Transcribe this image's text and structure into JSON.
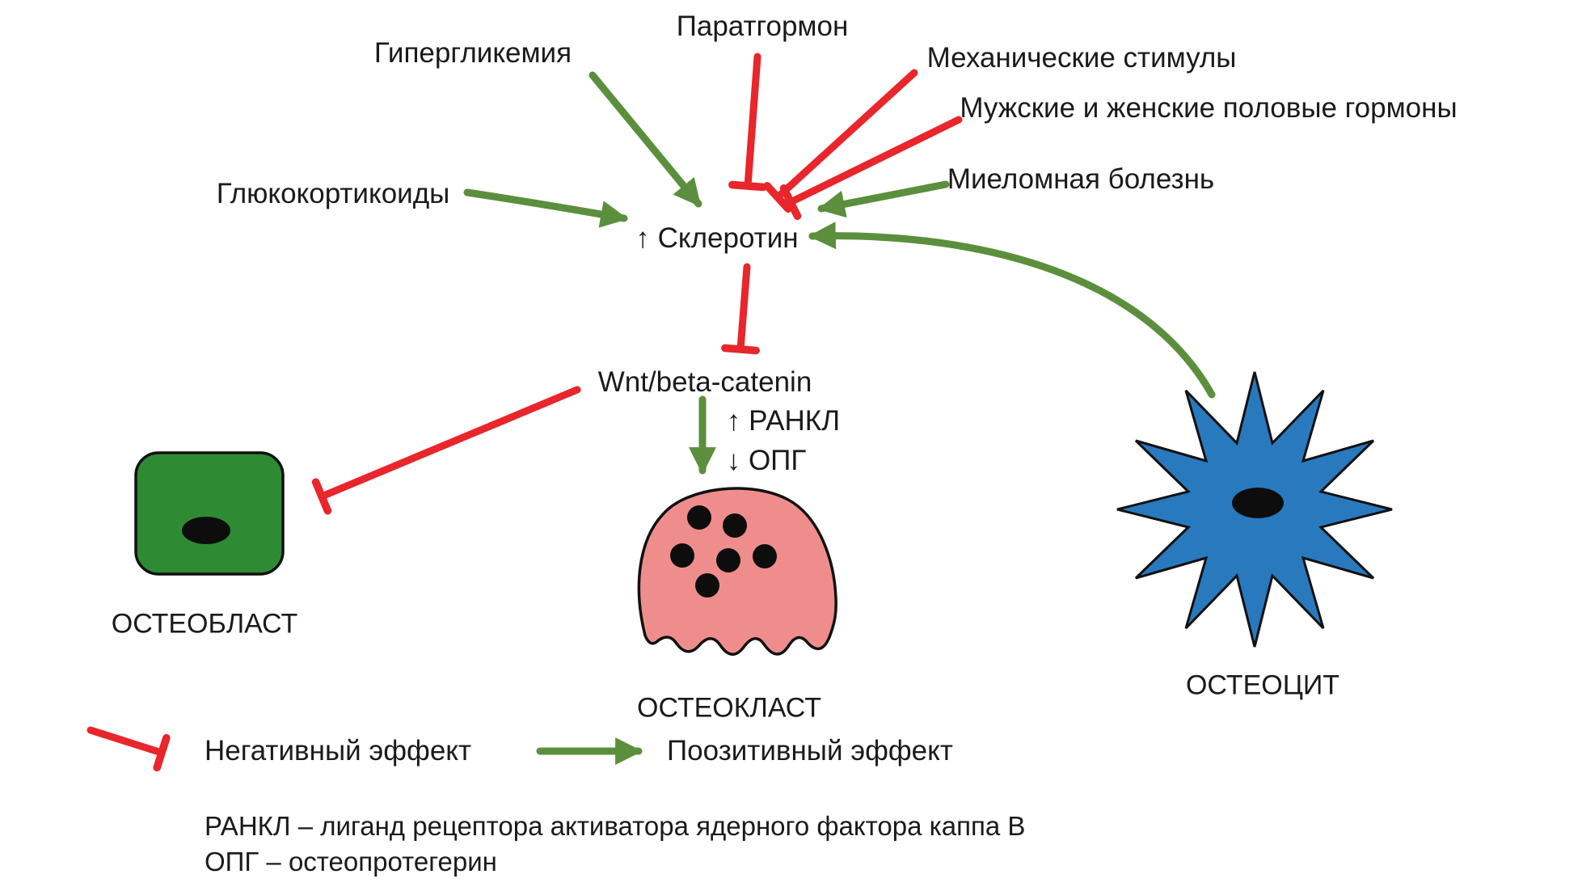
{
  "labels": {
    "parathormone": "Паратгормон",
    "hyperglycemia": "Гипергликемия",
    "mechanical_stimuli": "Механические стимулы",
    "sex_hormones": "Мужские и женские половые гормоны",
    "myeloma_disease": "Миеломная болезнь",
    "glucocorticoids": "Глюкокортикоиды",
    "sclerostin": "↑ Склеротин",
    "wnt_beta_catenin": "Wnt/beta-catenin",
    "rankl_up": "↑ РАНКЛ",
    "opg_down": "↓ ОПГ",
    "osteoblast": "ОСТЕОБЛАСТ",
    "osteoclast": "ОСТЕОКЛАСТ",
    "osteocyte": "ОСТЕОЦИТ"
  },
  "legend": {
    "negative_effect": "Негативный эффект",
    "positive_effect": "Поозитивный эффект"
  },
  "footnotes": {
    "rankl": "РАНКЛ – лиганд рецептора активатора ядерного фактора каппа В",
    "opg": "ОПГ – остеопротегерин"
  },
  "colors": {
    "positive_green": "#5b8f3d",
    "negative_red": "#e8262b",
    "osteoblast_green": "#2e8b33",
    "osteoclast_pink": "#ef8d8d",
    "osteocyte_blue": "#2979be",
    "text_black": "#1a1a1a",
    "background": "#ffffff"
  },
  "edges": [
    {
      "from": "Паратгормон",
      "to": "Склеротин",
      "effect": "negative"
    },
    {
      "from": "Гипергликемия",
      "to": "Склеротин",
      "effect": "positive"
    },
    {
      "from": "Механические стимулы",
      "to": "Склеротин",
      "effect": "negative"
    },
    {
      "from": "Мужские и женские половые гормоны",
      "to": "Склеротин",
      "effect": "negative"
    },
    {
      "from": "Миеломная болезнь",
      "to": "Склеротин",
      "effect": "positive"
    },
    {
      "from": "Глюкокортикоиды",
      "to": "Склеротин",
      "effect": "positive"
    },
    {
      "from": "Склеротин",
      "to": "Wnt/beta-catenin",
      "effect": "negative"
    },
    {
      "from": "Wnt/beta-catenin",
      "to": "ОСТЕОКЛАСТ",
      "effect": "positive",
      "note": "↑ РАНКЛ, ↓ ОПГ"
    },
    {
      "from": "Wnt/beta-catenin",
      "to": "ОСТЕОБЛАСТ",
      "effect": "negative"
    },
    {
      "from": "ОСТЕОЦИТ",
      "to": "Склеротин",
      "effect": "positive"
    }
  ]
}
